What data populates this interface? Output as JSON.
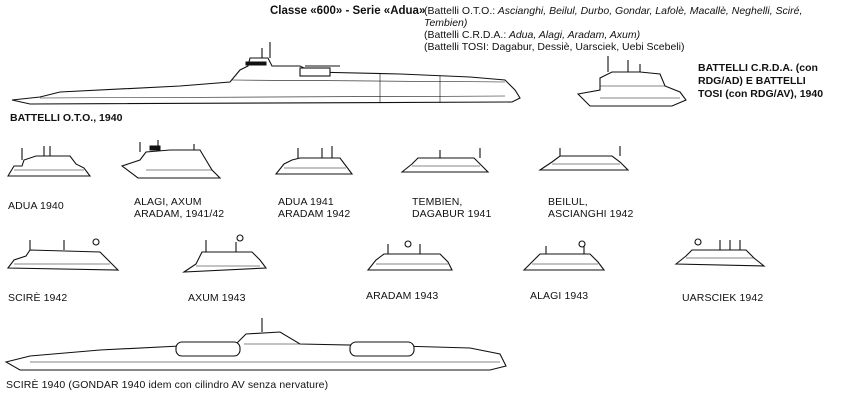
{
  "header": {
    "title": "Classe «600» - Serie «Adua»",
    "line1_group": "(Battelli O.T.O.:",
    "line1_names": "Ascianghi, Beilul, Durbo, Gondar, Lafolè, Macallè, Neghelli, Sciré,",
    "line2": "Tembien)",
    "line3_group": "(Battelli C.R.D.A.:",
    "line3_names": "Adua, Alagi, Aradam, Axum)",
    "line4": "(Battelli TOSI: Dagabur, Dessiè, Uarsciek, Uebi Scebeli)"
  },
  "labels": {
    "oto_1940": "BATTELLI O.T.O., 1940",
    "crda_tosi_1": "BATTELLI C.R.D.A. (con",
    "crda_tosi_2": "RDG/AD) E BATTELLI",
    "crda_tosi_3": "TOSI (con RDG/AV), 1940"
  },
  "captions_row1": [
    {
      "l1": "ADUA 1940",
      "l2": ""
    },
    {
      "l1": "ALAGI, AXUM",
      "l2": "ARADAM, 1941/42"
    },
    {
      "l1": "ADUA 1941",
      "l2": "ARADAM 1942"
    },
    {
      "l1": "TEMBIEN,",
      "l2": "DAGABUR 1941"
    },
    {
      "l1": "BEILUL,",
      "l2": "ASCIANGHI  1942"
    }
  ],
  "captions_row2": [
    {
      "l1": "SCIRÈ 1942"
    },
    {
      "l1": "AXUM 1943"
    },
    {
      "l1": "ARADAM 1943"
    },
    {
      "l1": "ALAGI 1943"
    },
    {
      "l1": "UARSCIEK 1942"
    }
  ],
  "bottom_caption": "SCIRÈ 1940 (GONDAR 1940 idem con cilindro AV senza nervature)"
}
